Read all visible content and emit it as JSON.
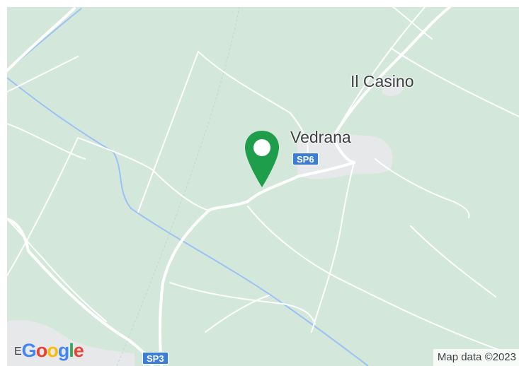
{
  "map": {
    "places": [
      {
        "name": "Il Casino"
      },
      {
        "name": "Vedrana"
      }
    ],
    "road_shields": [
      {
        "label": "SP6"
      },
      {
        "label": "SP3"
      }
    ],
    "marker": {
      "icon": "map-pin-icon",
      "color": "#1e9e4a"
    },
    "colors": {
      "land": "#d3e8da",
      "road": "#ffffff",
      "water": "#9cc2f5",
      "settlement": "#e6e8ea",
      "shield": "#3b7dd8"
    },
    "logo": {
      "prefix": "E",
      "letters": [
        {
          "char": "G",
          "color": "#4285f4"
        },
        {
          "char": "o",
          "color": "#ea4335"
        },
        {
          "char": "o",
          "color": "#fbbc05"
        },
        {
          "char": "g",
          "color": "#4285f4"
        },
        {
          "char": "l",
          "color": "#34a853"
        },
        {
          "char": "e",
          "color": "#ea4335"
        }
      ]
    },
    "attribution": "Map data ©2023"
  }
}
